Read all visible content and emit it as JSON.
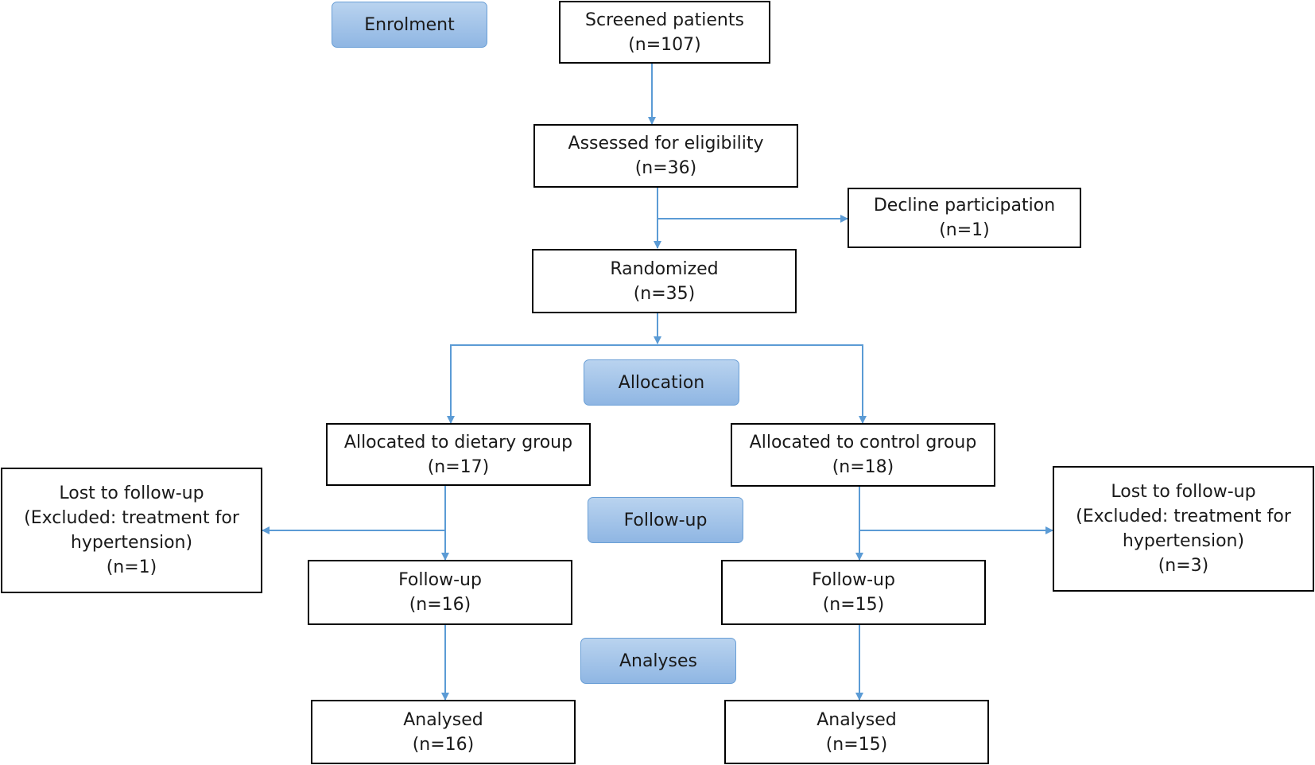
{
  "stages": {
    "enrolment": "Enrolment",
    "allocation": "Allocation",
    "follow_up": "Follow-up",
    "analyses": "Analyses"
  },
  "boxes": {
    "screened": {
      "lines": [
        "Screened patients",
        "(n=107)"
      ]
    },
    "assessed": {
      "lines": [
        "Assessed for eligibility",
        "(n=36)"
      ]
    },
    "declined": {
      "lines": [
        "Decline participation",
        "(n=1)"
      ]
    },
    "randomized": {
      "lines": [
        "Randomized",
        "(n=35)"
      ]
    },
    "allocated_dietary": {
      "lines": [
        "Allocated to dietary group",
        "(n=17)"
      ]
    },
    "allocated_control": {
      "lines": [
        "Allocated to control group",
        "(n=18)"
      ]
    },
    "lost_dietary": {
      "lines": [
        "Lost to follow-up",
        "(Excluded: treatment for",
        "hypertension)",
        "(n=1)"
      ]
    },
    "lost_control": {
      "lines": [
        "Lost to follow-up",
        "(Excluded: treatment for",
        "hypertension)",
        "(n=3)"
      ]
    },
    "followup_dietary": {
      "lines": [
        "Follow-up",
        "(n=16)"
      ]
    },
    "followup_control": {
      "lines": [
        "Follow-up",
        "(n=15)"
      ]
    },
    "analysed_dietary": {
      "lines": [
        "Analysed",
        "(n=16)"
      ]
    },
    "analysed_control": {
      "lines": [
        "Analysed",
        "(n=15)"
      ]
    }
  },
  "colors": {
    "connector": "#5b9bd5",
    "stage_fill": "#a9c8ea",
    "box_border": "#000000"
  }
}
